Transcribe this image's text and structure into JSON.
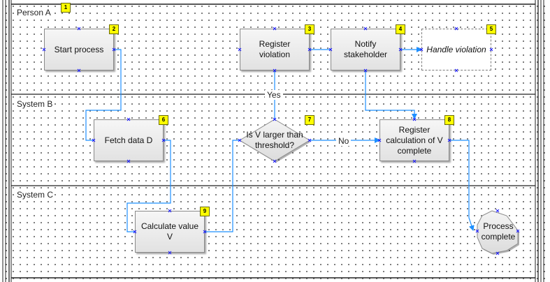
{
  "lanes": [
    {
      "id": "person-a",
      "label": "Person A",
      "badge": "1"
    },
    {
      "id": "system-b",
      "label": "System B"
    },
    {
      "id": "system-c",
      "label": "System C"
    }
  ],
  "nodes": {
    "start_process": {
      "label": "Start process",
      "badge": "2"
    },
    "register_violation": {
      "label_line1": "Register",
      "label_line2": "violation",
      "badge": "3"
    },
    "notify_stakeholder": {
      "label_line1": "Notify",
      "label_line2": "stakeholder",
      "badge": "4"
    },
    "handle_violation": {
      "label": "Handle violation",
      "badge": "5"
    },
    "fetch_data": {
      "label": "Fetch data D",
      "badge": "6"
    },
    "decision": {
      "label_line1": "Is V larger than",
      "label_line2": "threshold?",
      "badge": "7"
    },
    "register_calc": {
      "label_line1": "Register",
      "label_line2": "calculation of V",
      "label_line3": "complete",
      "badge": "8"
    },
    "calculate_value": {
      "label_line1": "Calculate value",
      "label_line2": "V",
      "badge": "9"
    },
    "process_complete": {
      "label_line1": "Process",
      "label_line2": "complete"
    }
  },
  "edge_labels": {
    "yes": "Yes",
    "no": "No"
  },
  "colors": {
    "connector": "#1e90ff",
    "port": "#1a1aff",
    "badge": "#ffff00"
  }
}
